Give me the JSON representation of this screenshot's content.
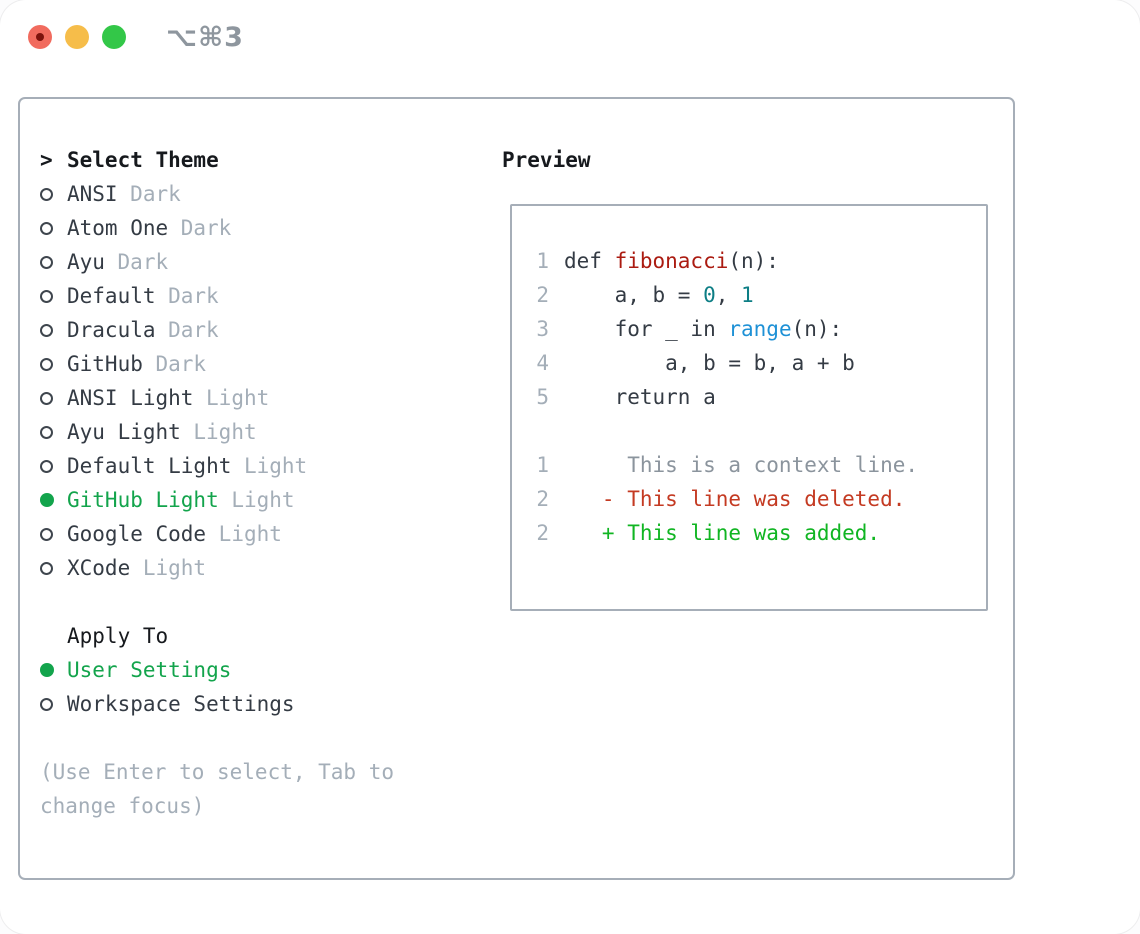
{
  "titlebar": {
    "shortcut_label": "⌥⌘3",
    "buttons": [
      "close",
      "minimize",
      "zoom"
    ]
  },
  "theme_list": {
    "cursor": ">",
    "title": "Select Theme",
    "items": [
      {
        "name": "ANSI",
        "variant": "Dark",
        "selected": false
      },
      {
        "name": "Atom One",
        "variant": "Dark",
        "selected": false
      },
      {
        "name": "Ayu",
        "variant": "Dark",
        "selected": false
      },
      {
        "name": "Default",
        "variant": "Dark",
        "selected": false
      },
      {
        "name": "Dracula",
        "variant": "Dark",
        "selected": false
      },
      {
        "name": "GitHub",
        "variant": "Dark",
        "selected": false
      },
      {
        "name": "ANSI Light",
        "variant": "Light",
        "selected": false
      },
      {
        "name": "Ayu Light",
        "variant": "Light",
        "selected": false
      },
      {
        "name": "Default Light",
        "variant": "Light",
        "selected": false
      },
      {
        "name": "GitHub Light",
        "variant": "Light",
        "selected": true
      },
      {
        "name": "Google Code",
        "variant": "Light",
        "selected": false
      },
      {
        "name": "XCode",
        "variant": "Light",
        "selected": false
      }
    ]
  },
  "apply_to": {
    "title": "Apply To",
    "options": [
      {
        "label": "User Settings",
        "selected": true
      },
      {
        "label": "Workspace Settings",
        "selected": false
      }
    ]
  },
  "hint": "(Use Enter to select, Tab to change focus)",
  "preview": {
    "title": "Preview",
    "lines": [
      {
        "num": "1",
        "segments": [
          [
            "def ",
            "code"
          ],
          [
            "fibonacci",
            "function"
          ],
          [
            "(n):",
            "code"
          ]
        ]
      },
      {
        "num": "2",
        "segments": [
          [
            "    a, b = ",
            "code"
          ],
          [
            "0",
            "number"
          ],
          [
            ", ",
            "code"
          ],
          [
            "1",
            "number"
          ]
        ]
      },
      {
        "num": "3",
        "segments": [
          [
            "    for _ in ",
            "code"
          ],
          [
            "range",
            "builtin"
          ],
          [
            "(n):",
            "code"
          ]
        ]
      },
      {
        "num": "4",
        "segments": [
          [
            "        a, b = b, a + b",
            "code"
          ]
        ]
      },
      {
        "num": "5",
        "segments": [
          [
            "    return a",
            "code"
          ]
        ]
      },
      {
        "num": "",
        "segments": []
      },
      {
        "num": "1",
        "segments": [
          [
            "     This is a context line.",
            "context"
          ]
        ]
      },
      {
        "num": "2",
        "segments": [
          [
            "   - This line was deleted.",
            "deleted"
          ]
        ]
      },
      {
        "num": "2",
        "segments": [
          [
            "   + This line was added.",
            "added"
          ]
        ]
      }
    ]
  },
  "colors": {
    "text_dark": "#343b44",
    "text_black": "#16191d",
    "muted": "#a4aeb8",
    "selection_green": "#13a44c",
    "diff_added_green": "#10b522",
    "diff_deleted_red": "#c43a22",
    "function_red": "#ab1b11",
    "number_teal": "#0d7e85",
    "builtin_blue": "#1e91d6",
    "context_gray": "#8b949d",
    "panel_border": "#a6aeb8",
    "traffic_red": "#f16b5e",
    "traffic_yellow": "#f6bd4a",
    "traffic_green": "#33c748",
    "shortcut_gray": "#8e969e"
  }
}
